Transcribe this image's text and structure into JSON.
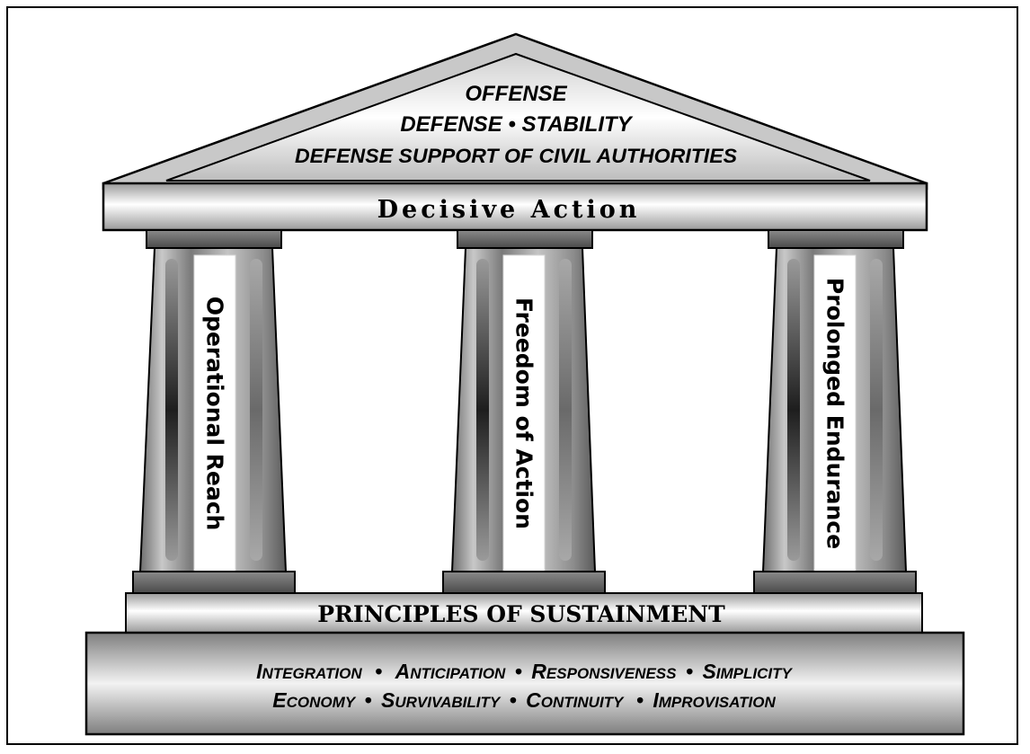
{
  "roof": {
    "line1": "OFFENSE",
    "line2": "DEFENSE • STABILITY",
    "line3": "DEFENSE SUPPORT OF CIVIL AUTHORITIES"
  },
  "entablature": {
    "title": "Decisive Action"
  },
  "pillars": [
    {
      "label": "Operational Reach"
    },
    {
      "label": "Freedom of Action"
    },
    {
      "label": "Prolonged Endurance"
    }
  ],
  "stylobate": {
    "title": "PRINCIPLES OF SUSTAINMENT"
  },
  "foundation": {
    "row1": [
      {
        "cap": "I",
        "rest": "NTEGRATION"
      },
      {
        "cap": "A",
        "rest": "NTICIPATION"
      },
      {
        "cap": "R",
        "rest": "ESPONSIVENESS"
      },
      {
        "cap": "S",
        "rest": "IMPLICITY"
      }
    ],
    "row2": [
      {
        "cap": "E",
        "rest": "CONOMY"
      },
      {
        "cap": "S",
        "rest": "URVIVABILITY"
      },
      {
        "cap": "C",
        "rest": "ONTINUITY"
      },
      {
        "cap": "I",
        "rest": "MPROVISATION"
      }
    ],
    "bullet": "•"
  }
}
